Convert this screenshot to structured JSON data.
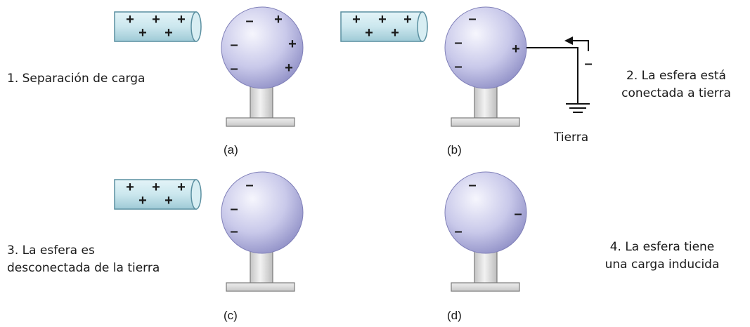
{
  "steps": {
    "step1": {
      "line1": "1. Separación de carga"
    },
    "step2": {
      "line1": "2. La esfera está",
      "line2": "conectada a tierra"
    },
    "step3": {
      "line1": "3. La esfera es",
      "line2": "desconectada de la tierra"
    },
    "step4": {
      "line1": "4. La esfera tiene",
      "line2": "una carga inducida"
    }
  },
  "panels": {
    "a": {
      "label": "(a)",
      "rod_charges": "+",
      "sphere_charges": {
        "negative": "–",
        "positive": "+"
      }
    },
    "b": {
      "label": "(b)",
      "rod_charges": "+",
      "sphere_charges": {
        "negative": "–",
        "positive": "+"
      },
      "ground_label": "Tierra",
      "wire_charge": "–"
    },
    "c": {
      "label": "(c)",
      "rod_charges": "+",
      "sphere_charges": {
        "negative": "–"
      }
    },
    "d": {
      "label": "(d)",
      "sphere_charges": {
        "negative": "–"
      }
    }
  },
  "colors": {
    "sphere_light": "#f4f4fc",
    "sphere_dark": "#8f8fc7",
    "rod_fill": "#cfe9f0",
    "rod_edge": "#5a8fa0",
    "stand_fill": "#d9d9d9",
    "stand_edge": "#7a7a7a"
  }
}
